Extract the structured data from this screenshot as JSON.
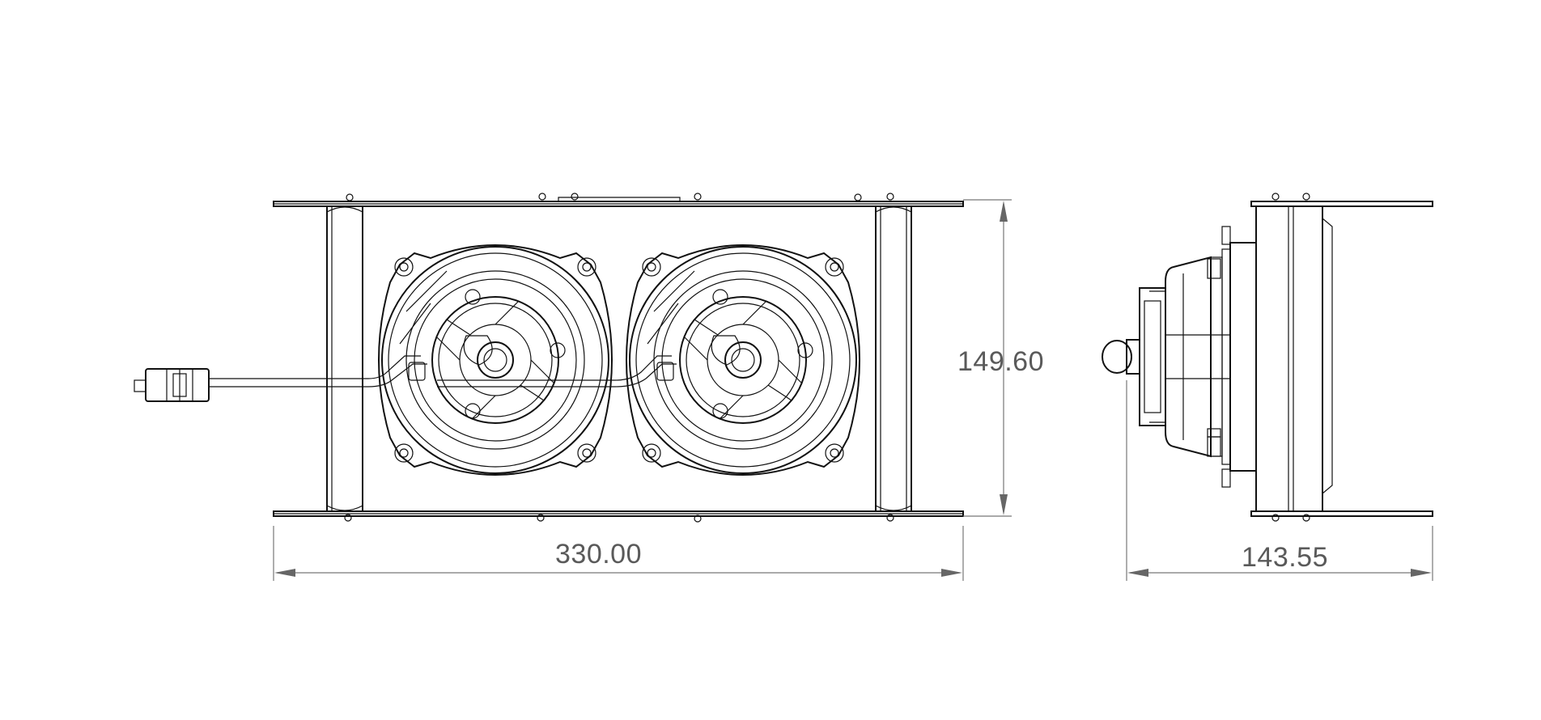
{
  "drawing": {
    "dimensions": {
      "front_width": "330.00",
      "front_height": "149.60",
      "side_width": "143.55"
    }
  }
}
